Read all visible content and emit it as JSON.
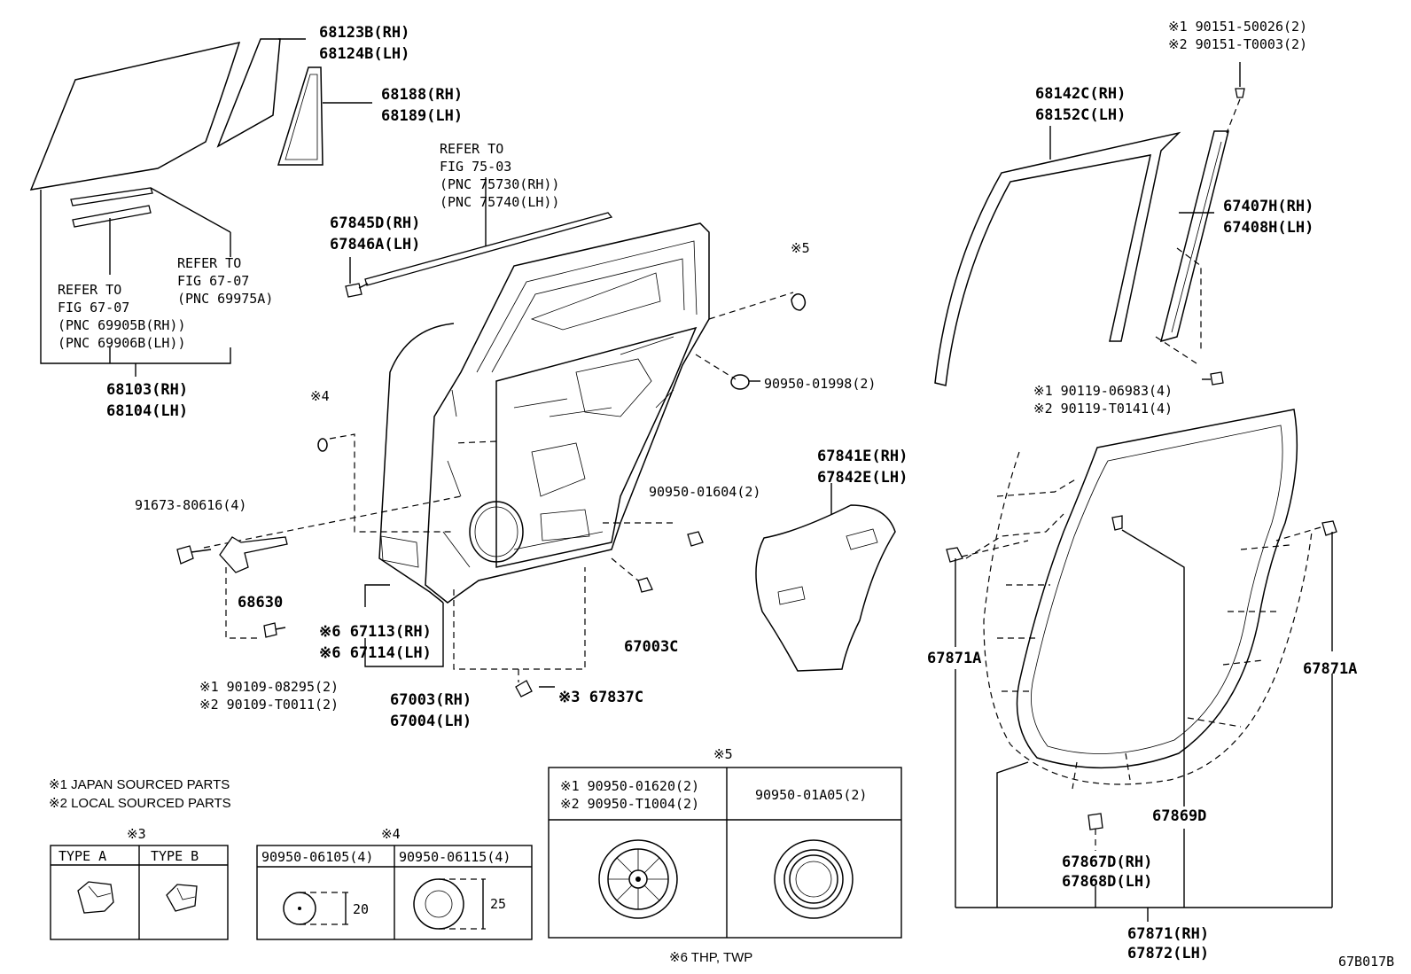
{
  "labels": {
    "glass_main_rh": "68123B(RH)",
    "glass_main_lh": "68124B(LH)",
    "glass_quarter_rh": "68188(RH)",
    "glass_quarter_lh": "68189(LH)",
    "ref_7503_l1": "REFER TO",
    "ref_7503_l2": "FIG 75-03",
    "ref_7503_l3": "(PNC 75730(RH))",
    "ref_7503_l4": "(PNC 75740(LH))",
    "belt_rh": "67845D(RH)",
    "belt_lh": "67846A(LH)",
    "ref_6707a_l1": "REFER TO",
    "ref_6707a_l2": "FIG 67-07",
    "ref_6707a_l3": "(PNC 69975A)",
    "ref_6707b_l1": "REFER TO",
    "ref_6707b_l2": "FIG 67-07",
    "ref_6707b_l3": "(PNC 69905B(RH))",
    "ref_6707b_l4": "(PNC 69906B(LH))",
    "glass_assy_rh": "68103(RH)",
    "glass_assy_lh": "68104(LH)",
    "note5_top": "※5",
    "plug_01998": "90950-01998(2)",
    "note4_left": "※4",
    "bolt_91673": "91673-80616(4)",
    "check_68630": "68630",
    "plug_01604": "90950-01604(2)",
    "hinge_rh": "※6 67113(RH)",
    "hinge_lh": "※6 67114(LH)",
    "screw_j": "※1 90109-08295(2)",
    "screw_l": "※2 90109-T0011(2)",
    "cushion_67003c": "67003C",
    "door_rh": "67003(RH)",
    "door_lh": "67004(LH)",
    "clip_67837c": "※3 67837C",
    "hole_cover_rh": "67841E(RH)",
    "hole_cover_lh": "67842E(LH)",
    "run_rh": "68142C(RH)",
    "run_lh": "68152C(LH)",
    "screw_top_j": "※1 90151-50026(2)",
    "screw_top_l": "※2 90151-T0003(2)",
    "garnish_rh": "67407H(RH)",
    "garnish_lh": "67408H(LH)",
    "screw_06983": "※1 90119-06983(4)",
    "screw_t0141": "※2 90119-T0141(4)",
    "ws_clip_left": "67871A",
    "ws_clip_right": "67871A",
    "ws_67869d": "67869D",
    "ws_clip_rh": "67867D(RH)",
    "ws_clip_lh": "67868D(LH)",
    "ws_rh": "67871(RH)",
    "ws_lh": "67872(LH)",
    "legend1": "※1  JAPAN SOURCED PARTS",
    "legend2": "※2  LOCAL SOURCED PARTS",
    "box3_title": "※3",
    "box3_type_a": "TYPE  A",
    "box3_type_b": "TYPE  B",
    "box4_title": "※4",
    "box4_left": "90950-06105(4)",
    "box4_right": "90950-06115(4)",
    "box4_dim_left": "20",
    "box4_dim_right": "25",
    "box5_title": "※5",
    "box5_l1": "※1 90950-01620(2)",
    "box5_l2": "※2 90950-T1004(2)",
    "box5_right": "90950-01A05(2)",
    "note6": "※6 THP, TWP",
    "fig_code": "67B017B"
  }
}
